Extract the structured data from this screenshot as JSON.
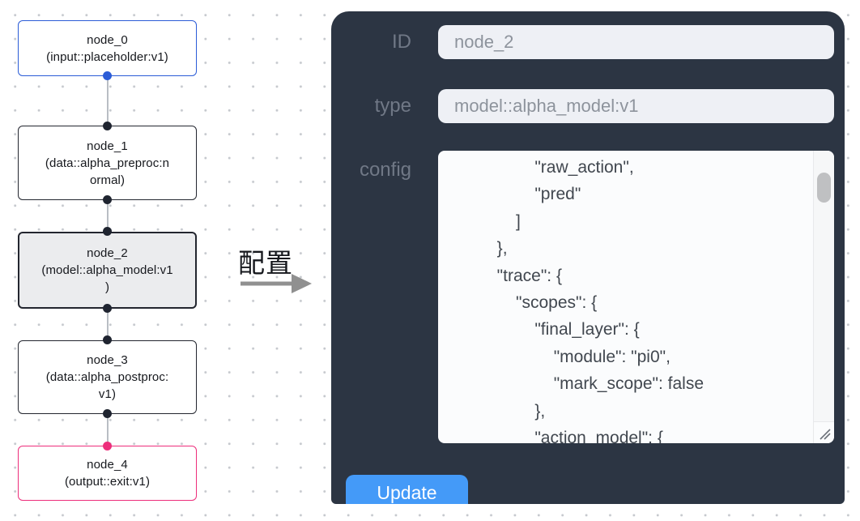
{
  "flow": {
    "nodes": [
      {
        "id": "node_0",
        "label": "node_0\n(input::placeholder:v1)",
        "variant": "input"
      },
      {
        "id": "node_1",
        "label": "node_1\n(data::alpha_preproc:n\normal)",
        "variant": "default"
      },
      {
        "id": "node_2",
        "label": "node_2\n(model::alpha_model:v1\n)",
        "variant": "selected"
      },
      {
        "id": "node_3",
        "label": "node_3\n(data::alpha_postproc:\nv1)",
        "variant": "default"
      },
      {
        "id": "node_4",
        "label": "node_4\n(output::exit:v1)",
        "variant": "output"
      }
    ],
    "colors": {
      "input_accent": "#2b5cd7",
      "output_accent": "#ed2e7b",
      "node_border": "#23262f",
      "selected_bg": "#ebecee",
      "edge": "#b9bec4"
    }
  },
  "annotation": {
    "label": "配置"
  },
  "panel": {
    "bg": "#2c3543",
    "accent": "#449af8",
    "fields": [
      {
        "label": "ID",
        "value": "node_2"
      },
      {
        "label": "type",
        "value": "model::alpha_model:v1"
      }
    ],
    "config_label": "config",
    "config_text": "                \"raw_action\",\n                \"pred\"\n            ]\n        },\n        \"trace\": {\n            \"scopes\": {\n                \"final_layer\": {\n                    \"module\": \"pi0\",\n                    \"mark_scope\": false\n                },\n                \"action_model\": {",
    "update_label": "Update"
  }
}
